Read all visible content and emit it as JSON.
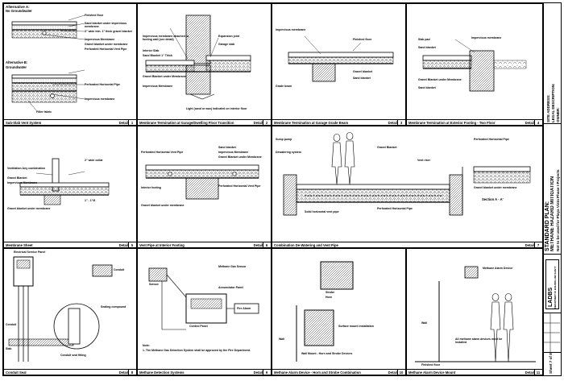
{
  "sheet": {
    "number": "Sheet 7 of 8",
    "plan_title": "STANDARD PLAN:",
    "plan_subtitle": "METHANE HAZARD MITIGATION",
    "plan_note": "Not to be used for Playa Vista Phase I Projects",
    "site_fields": [
      "SITE ADDRESS:",
      "LEGAL DESCRIPTION:",
      "OWNER:"
    ],
    "logo_text": "LADBS",
    "logo_sub": "DEPARTMENT OF BUILDING AND SAFETY"
  },
  "details": [
    {
      "id": "d1",
      "caption": "Sub-Slab Vent System",
      "num": "1",
      "label_main": "Alternative A:",
      "label_main2": "No Groundwater",
      "label_alt": "Alternative B:",
      "label_alt2": "Groundwater",
      "notes": [
        "Finished floor",
        "Sand blanket under impervious membrane",
        "3\" wide min. 1\" thick gravel blanket",
        "Impervious Membrane",
        "Gravel blanket under membrane",
        "Perforated Horizontal Vent Pipe",
        "Perforated Horizontal Pipe",
        "Impervious membrane",
        "Filter fabric"
      ]
    },
    {
      "id": "d2",
      "caption": "Membrane Termination at Garage/Dwelling Floor Transition",
      "num": "2",
      "notes": [
        "Impervious membrane attached to footing wall (see detail)",
        "Interior Slab",
        "Sand Blanket 1\" Thick",
        "Gravel Blanket under Membrane",
        "Impervious Membrane",
        "Expansion joint",
        "Garage slab",
        "Light (sand or wax) indicated on interior floor"
      ]
    },
    {
      "id": "d3",
      "caption": "Membrane Termination at Garage Grade Beam",
      "num": "3",
      "notes": [
        "Impervious membrane",
        "Grade beam",
        "Finished floor",
        "Gravel blanket",
        "Sand blanket"
      ]
    },
    {
      "id": "d4",
      "caption": "Membrane Termination at Exterior Footing - Two Floor",
      "num": "4",
      "notes": [
        "Slab pad",
        "Impervious membrane",
        "Sand blanket",
        "Gravel Blanket under Membrane",
        "Sand blanket"
      ]
    },
    {
      "id": "d5",
      "caption": "Membrane Sheet",
      "num": "5",
      "notes": [
        "Ventilation Any combination",
        "Gravel Blanket",
        "Impervious Membrane",
        "2\" wide collar",
        "Gravel blanket under membrane",
        "1\" - 1\"Ø"
      ]
    },
    {
      "id": "d6",
      "caption": "Vent Pipe at Interior Footing",
      "num": "6",
      "notes": [
        "Perforated Horizontal Vent Pipe",
        "Sand blanket",
        "Impervious Membrane",
        "Gravel Blanket under Membrane",
        "Perforated Horizontal Vent Pipe",
        "Interior footing",
        "Gravel blanket under membrane"
      ]
    },
    {
      "id": "d7",
      "caption": "Combination De-Watering and Vent Pipe",
      "num": "7",
      "notes": [
        "Sump pump",
        "Dewatering system",
        "Vent riser",
        "Gravel Blanket",
        "Perforated Horizontal Pipe",
        "Solid horizontal vent pipe",
        "Perforated Horizontal Pipe",
        "Gravel blanket under membrane",
        "Section A - A'"
      ]
    },
    {
      "id": "d8",
      "caption": "Conduit Seal",
      "num": "8",
      "notes": [
        "Electrical Service Panel",
        "Conduit",
        "Sealing compound",
        "Slab",
        "Conduit seal fitting",
        "Conduit"
      ]
    },
    {
      "id": "d9",
      "caption": "Methane Detection Systems",
      "num": "9",
      "notes": [
        "Sensor",
        "Methane Gas Sensor",
        "Annunciator Panel",
        "Fire Alarm",
        "Control Panel",
        "Note:",
        "1. The Methane Gas Detection System shall be approved by the Fire Department."
      ]
    },
    {
      "id": "d10",
      "caption": "Methane Alarm Device - Horn and Strobe Combination",
      "num": "10",
      "notes": [
        "Strobe",
        "Horn",
        "Wall",
        "Surface mount installation",
        "Wall Mount - Horn and Strobe Devices"
      ]
    },
    {
      "id": "d11",
      "caption": "Methane Alarm Device Mount",
      "num": "11",
      "notes": [
        "Methane Alarm Device",
        "Wall",
        "Finished floor",
        "All methane alarm devices must be installed"
      ]
    }
  ]
}
